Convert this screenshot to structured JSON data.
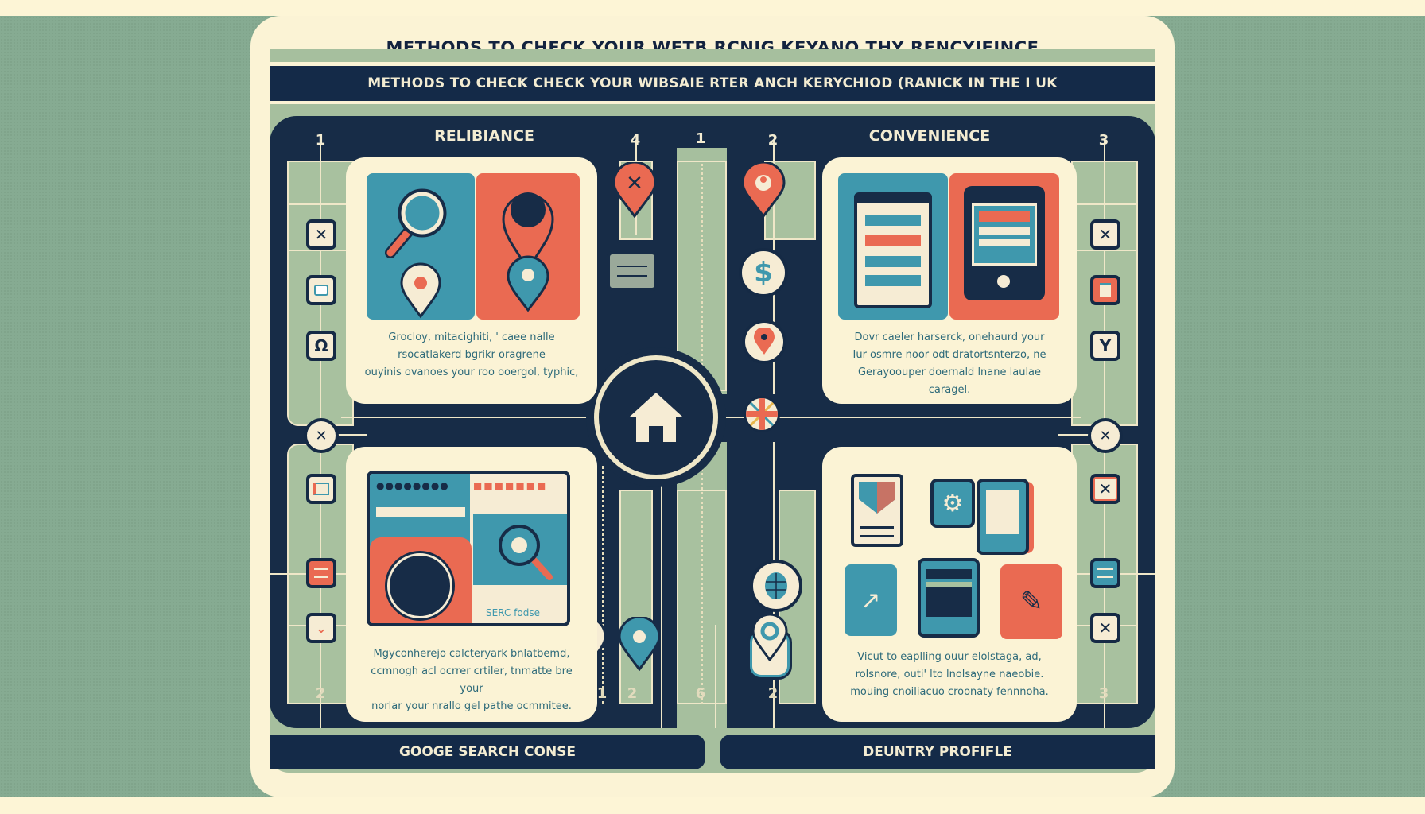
{
  "header": {
    "title": "METHODS TO CHECK YOUR WETB RCNIG KEYANO THY RENCYIEINCE",
    "subtitle": "METHODS TO CHECK CHECK YOUR WIBSAIE RTER ANCH KERYCHIOD (RANICK IN THE I UK"
  },
  "sections": {
    "left": {
      "label": "RELIBIANCE",
      "numbers_top": [
        "1",
        "4"
      ],
      "numbers_bottom": [
        "2",
        "1",
        "2"
      ]
    },
    "right": {
      "label": "CONVENIENCE",
      "numbers_top": [
        "1",
        "2",
        "3"
      ],
      "numbers_bottom": [
        "6",
        "2",
        "3"
      ]
    }
  },
  "cards": {
    "top_left": {
      "icons": [
        "magnifier-icon",
        "location-pin-icon"
      ],
      "text": [
        "Grocloy, mitacighiti, ' caee nalle",
        "rsocatlakerd bgrikr oragrene",
        "ouyinis ovanoes your roo ooergol, typhic,"
      ]
    },
    "top_right": {
      "icons": [
        "browser-window-icon",
        "tablet-icon"
      ],
      "text": [
        "Dovr caeler harserck, onehaurd your",
        "Iur osmre noor odt dratortsnterzo, ne",
        "Gerayoouper doernald lnane laulae caragel."
      ]
    },
    "bottom_left": {
      "icons": [
        "browser-window-icon",
        "camera-lens-icon",
        "magnifier-icon"
      ],
      "caption": "SERC fodse",
      "text": [
        "Mgyconherejo calcteryark bnlatbemd,",
        "ccmnogh acl ocrrer crtiler, tnmatte bre your",
        "norlar your nrallo gel pathe ocmmitee."
      ]
    },
    "bottom_right": {
      "icons": [
        "document-icon",
        "gear-icon",
        "phone-icon",
        "settings-arrow-icon",
        "tablet-icon",
        "pen-icon"
      ],
      "text": [
        "Vicut to eaplling ouur elolstaga, ad,",
        "rolsnore, outi' lto lnolsayne naeobie.",
        "mouing cnoiliacuo croonaty fennnoha."
      ]
    }
  },
  "center": {
    "icon": "home-icon",
    "pins": [
      "x-pin",
      "dollar-badge",
      "location-badge",
      "uk-flag-badge",
      "globe-badge",
      "ring-pin",
      "ring-pin-teal",
      "ring-pin-stacked"
    ],
    "note_icon": "note-card-icon",
    "numbers_bottom": [
      "1",
      "2",
      "6",
      "2"
    ]
  },
  "side_icons": {
    "left": [
      "x",
      "bag",
      "omega",
      "x-round",
      "window",
      "list",
      "chevrons"
    ],
    "right": [
      "x",
      "document",
      "y",
      "x-round",
      "x",
      "list",
      "x"
    ]
  },
  "glyphs": {
    "x": "✕",
    "omega": "Ω",
    "y": "Y",
    "dollar": "$",
    "home": "⌂"
  },
  "buttons": {
    "left": "GOOGE SEARCH CONSE",
    "right": "DEUNTRY PROFIFLE"
  },
  "colors": {
    "navy": "#172c47",
    "cream": "#fbf3d5",
    "sage": "#a6bf9e",
    "teal": "#3f98ad",
    "coral": "#ea6a52",
    "background_green": "#86ab92"
  }
}
